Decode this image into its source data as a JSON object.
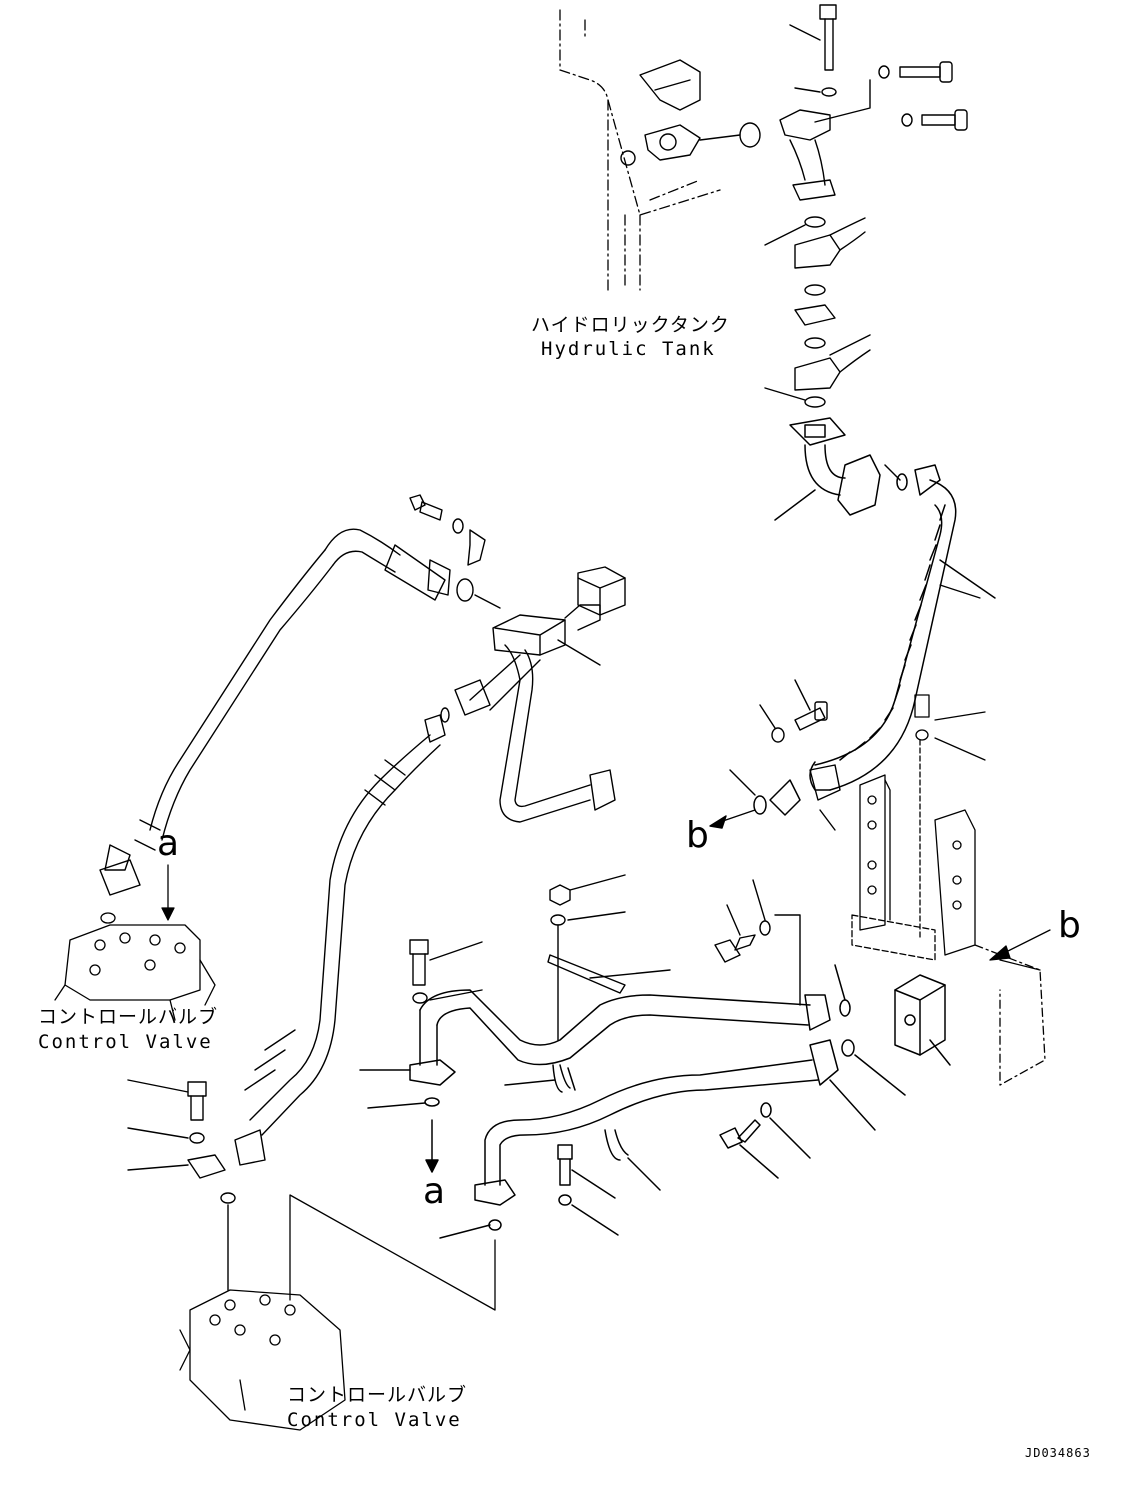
{
  "labels": {
    "hydraulic_tank_jp": "ハイドロリックタンク",
    "hydraulic_tank_en": "Hydrulic Tank",
    "control_valve_1_jp": "コントロールバルブ",
    "control_valve_1_en": "Control Valve",
    "control_valve_2_jp": "コントロールバルブ",
    "control_valve_2_en": "Control Valve",
    "ref_a_upper": "a",
    "ref_a_lower": "a",
    "ref_b_left": "b",
    "ref_b_right": "b",
    "drawing_code": "JD034863"
  },
  "colors": {
    "line": "#000000",
    "background": "#ffffff"
  }
}
